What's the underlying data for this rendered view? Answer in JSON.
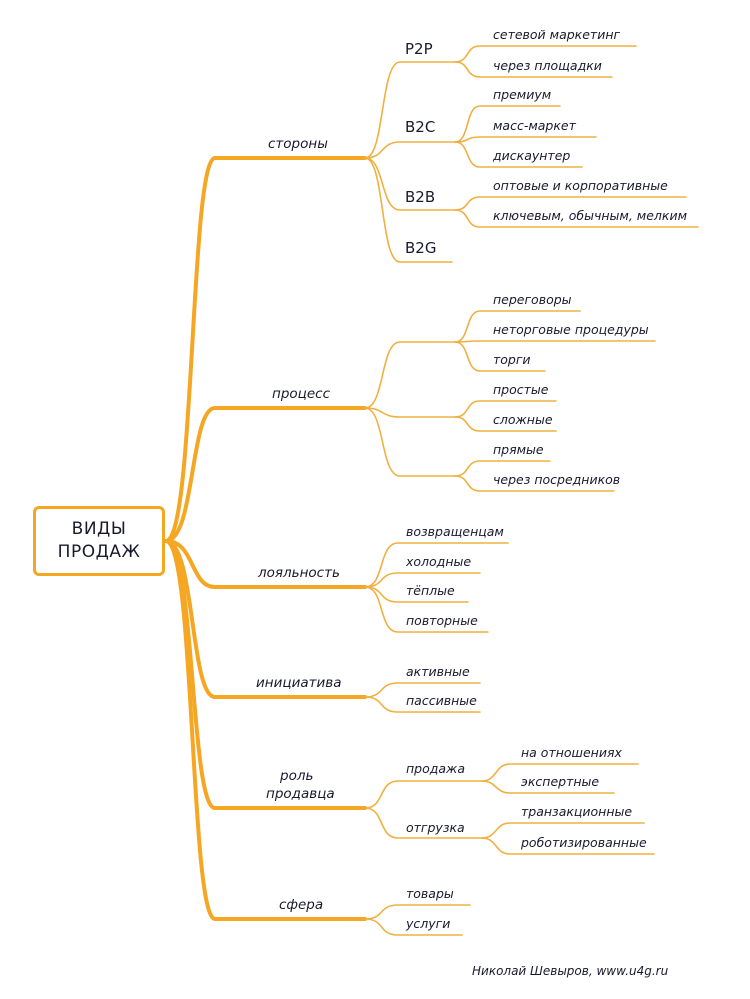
{
  "root": "ВИДЫ\nПРОДАЖ",
  "branches": {
    "storony": {
      "label": "стороны",
      "p2p": {
        "label": "P2P",
        "items": [
          "сетевой маркетинг",
          "через площадки"
        ]
      },
      "b2c": {
        "label": "B2C",
        "items": [
          "премиум",
          "масс-маркет",
          "дискаунтер"
        ]
      },
      "b2b": {
        "label": "B2B",
        "items": [
          "оптовые и корпоративные",
          "ключевым, обычным, мелким"
        ]
      },
      "b2g": {
        "label": "B2G"
      }
    },
    "process": {
      "label": "процесс",
      "items": [
        "переговоры",
        "неторговые процедуры",
        "торги",
        "простые",
        "сложные",
        "прямые",
        "через посредников"
      ]
    },
    "loyalty": {
      "label": "лояльность",
      "items": [
        "возвращенцам",
        "холодные",
        "тёплые",
        "повторные"
      ]
    },
    "initiative": {
      "label": "инициатива",
      "items": [
        "активные",
        "пассивные"
      ]
    },
    "role": {
      "label_line1": "роль",
      "label_line2": "продавца",
      "sale": {
        "label": "продажа",
        "items": [
          "на отношениях",
          "экспертные"
        ]
      },
      "shipment": {
        "label": "отгрузка",
        "items": [
          "транзакционные",
          "роботизированные"
        ]
      }
    },
    "sphere": {
      "label": "сфера",
      "items": [
        "товары",
        "услуги"
      ]
    }
  },
  "author": "Николай Шевыров, www.u4g.ru",
  "colors": {
    "thick": "#f5a623",
    "thin": "#f0b040",
    "text": "#1a1a2e"
  }
}
